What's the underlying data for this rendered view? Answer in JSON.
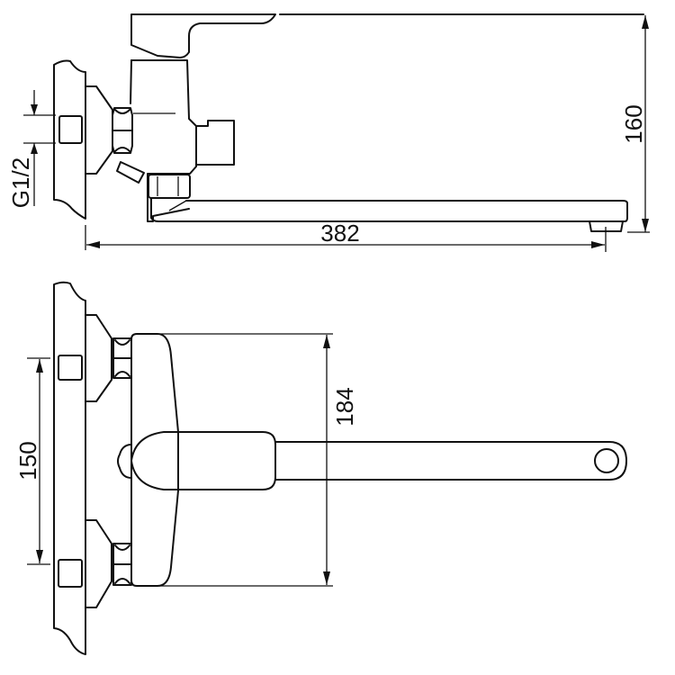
{
  "drawing": {
    "title": "Wall-mounted bath/shower mixer faucet technical drawing",
    "line_color": "#111111",
    "background": "#ffffff",
    "views": [
      {
        "name": "side-view",
        "position": "top"
      },
      {
        "name": "top-view",
        "position": "bottom"
      }
    ]
  },
  "dimensions": {
    "spout_length": "382",
    "total_height": "160",
    "connection_thread": "G1/2",
    "inlet_spacing": "150",
    "body_width": "184"
  }
}
